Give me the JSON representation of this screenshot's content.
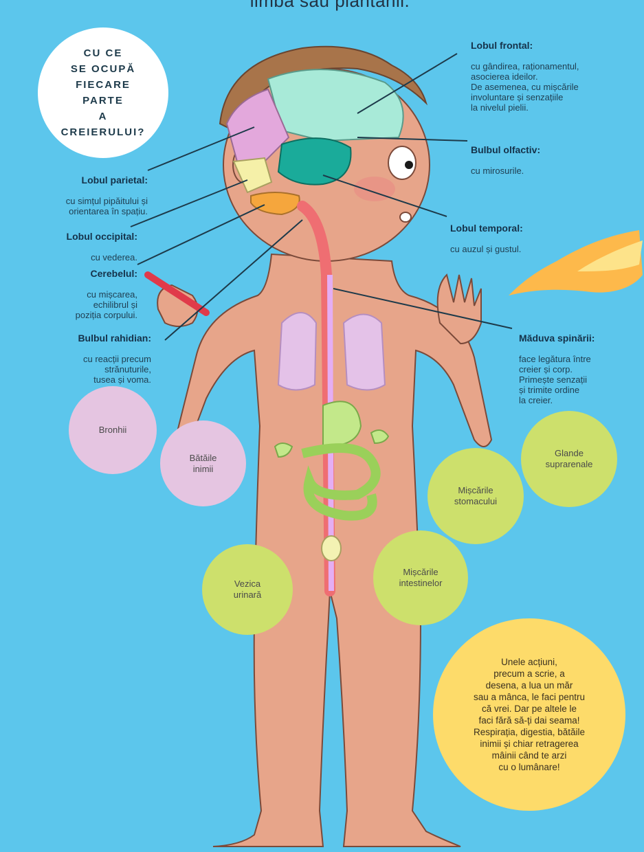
{
  "top_text": "limba sau plantanii.",
  "intro": "CU CE\nSE OCUPĂ\nFIECARE PARTE\nA CREIERULUI?",
  "labels": {
    "frontal": {
      "title": "Lobul frontal:",
      "text": "cu gândirea, raționamentul,\nasocierea ideilor.\nDe asemenea, cu mișcările\ninvoluntare și senzațiile\nla nivelul pielii."
    },
    "olfactiv": {
      "title": "Bulbul olfactiv:",
      "text": "cu mirosurile."
    },
    "parietal": {
      "title": "Lobul parietal:",
      "text": "cu simțul pipăitului și\norientarea în spațiu."
    },
    "occipital": {
      "title": "Lobul occipital:",
      "text": "cu vederea."
    },
    "temporal": {
      "title": "Lobul temporal:",
      "text": "cu auzul și gustul."
    },
    "cerebel": {
      "title": "Cerebelul:",
      "text": "cu mișcarea,\nechilibrul și\npoziția corpului."
    },
    "rahidian": {
      "title": "Bulbul rahidian:",
      "text": "cu reacții precum\nstrănuturile,\ntusea și voma."
    },
    "maduva": {
      "title": "Măduva spinării:",
      "text": "face legătura între\ncreier și corp.\nPrimește senzații\nși trimite ordine\nla creier."
    }
  },
  "bubbles": {
    "bronhii": "Bronhii",
    "inima": "Bătăile\ninimii",
    "glande": "Glande\nsuprarenale",
    "stomac": "Mișcările\nstomacului",
    "vezica": "Vezica\nurinară",
    "intestine": "Mișcările\nintestinelor"
  },
  "note": "Unele acțiuni,\nprecum a scrie, a\ndesena, a lua un măr\nsau a mânca, le faci pentru\ncă vrei. Dar pe altele le\nfaci fără să-ți dai seama!\nRespirația, digestia, bătăile\ninimii și chiar retragerea\nmâinii când te arzi\ncu o lumânare!"
}
